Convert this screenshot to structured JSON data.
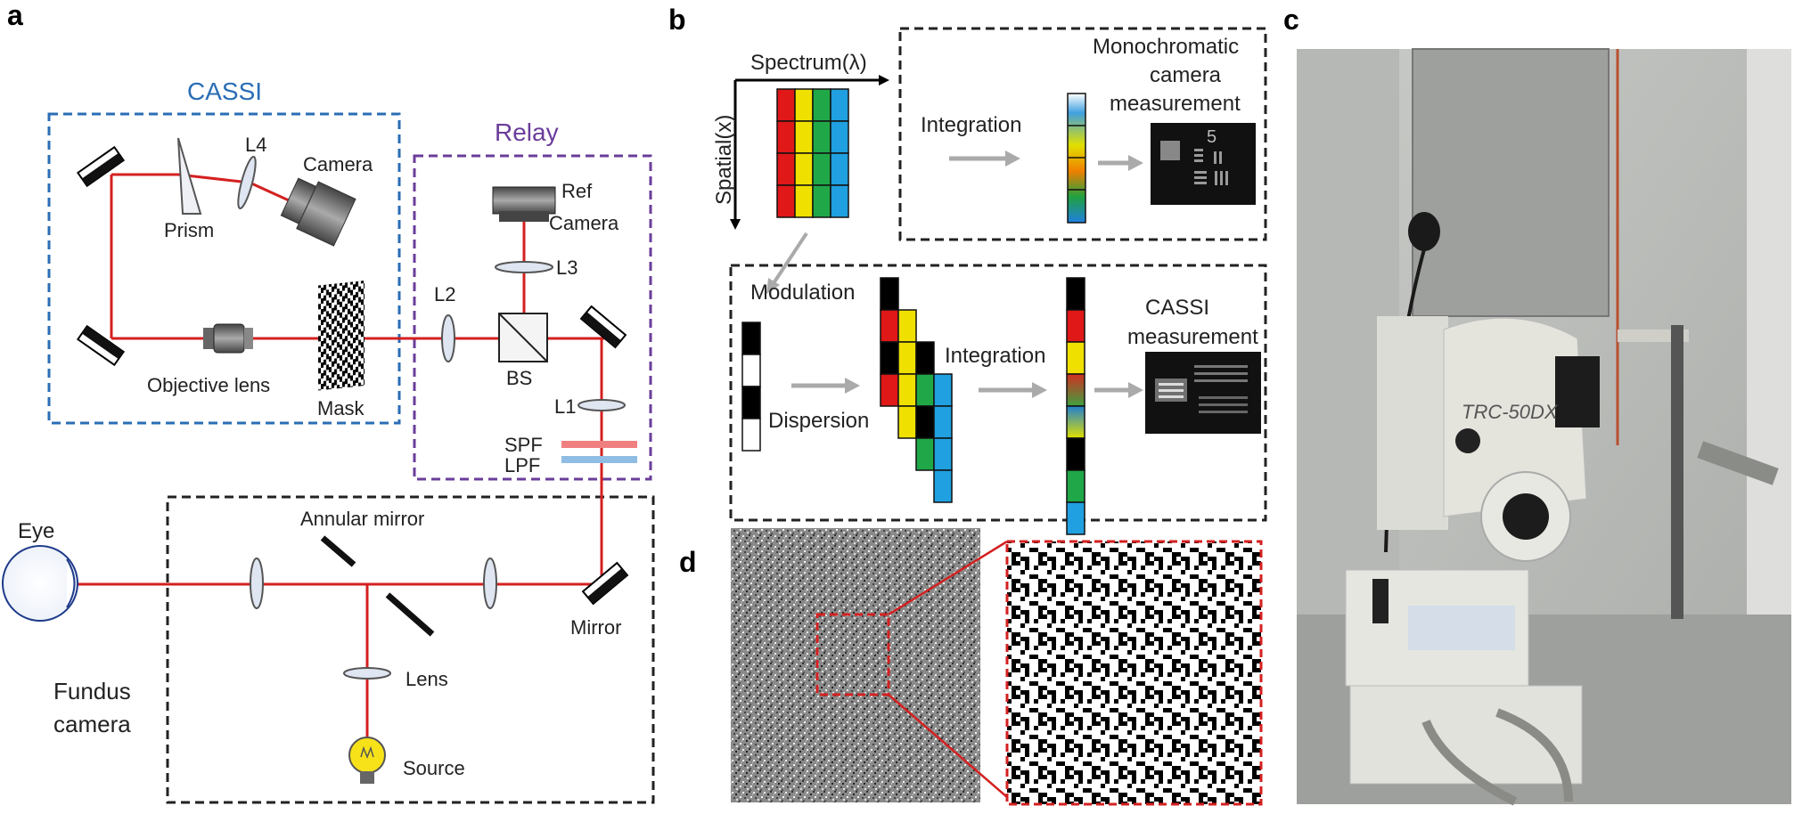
{
  "panels": {
    "a": "a",
    "b": "b",
    "c": "c",
    "d": "d"
  },
  "panel_a": {
    "cassi_title": "CASSI",
    "relay_title": "Relay",
    "labels": {
      "l4": "L4",
      "camera": "Camera",
      "prism": "Prism",
      "objective_lens": "Objective lens",
      "mask": "Mask",
      "ref_camera_1": "Ref",
      "ref_camera_2": "Camera",
      "l3": "L3",
      "l2": "L2",
      "bs": "BS",
      "l1": "L1",
      "spf": "SPF",
      "lpf": "LPF",
      "eye": "Eye",
      "annular_mirror": "Annular mirror",
      "mirror": "Mirror",
      "lens": "Lens",
      "source": "Source",
      "fundus_1": "Fundus",
      "fundus_2": "camera"
    },
    "colors": {
      "beam": "#d42020",
      "cassi_box": "#2a6db5",
      "relay_box": "#6a3d9a",
      "fundus_box": "#222222",
      "spf": "#f08080",
      "lpf": "#8fbde3"
    }
  },
  "panel_b": {
    "spectrum_label": "Spectrum(λ)",
    "spatial_label": "Spatial(x)",
    "integration_top": "Integration",
    "mono_1": "Monochromatic",
    "mono_2": "camera",
    "mono_3": "measurement",
    "modulation": "Modulation",
    "dispersion": "Dispersion",
    "integration_bottom": "Integration",
    "cassi_meas_1": "CASSI",
    "cassi_meas_2": "measurement",
    "cube_colors": [
      "#e01818",
      "#f0e000",
      "#20a848",
      "#20a0e0"
    ]
  },
  "panel_c": {
    "device_label": "TRC-50DX"
  }
}
